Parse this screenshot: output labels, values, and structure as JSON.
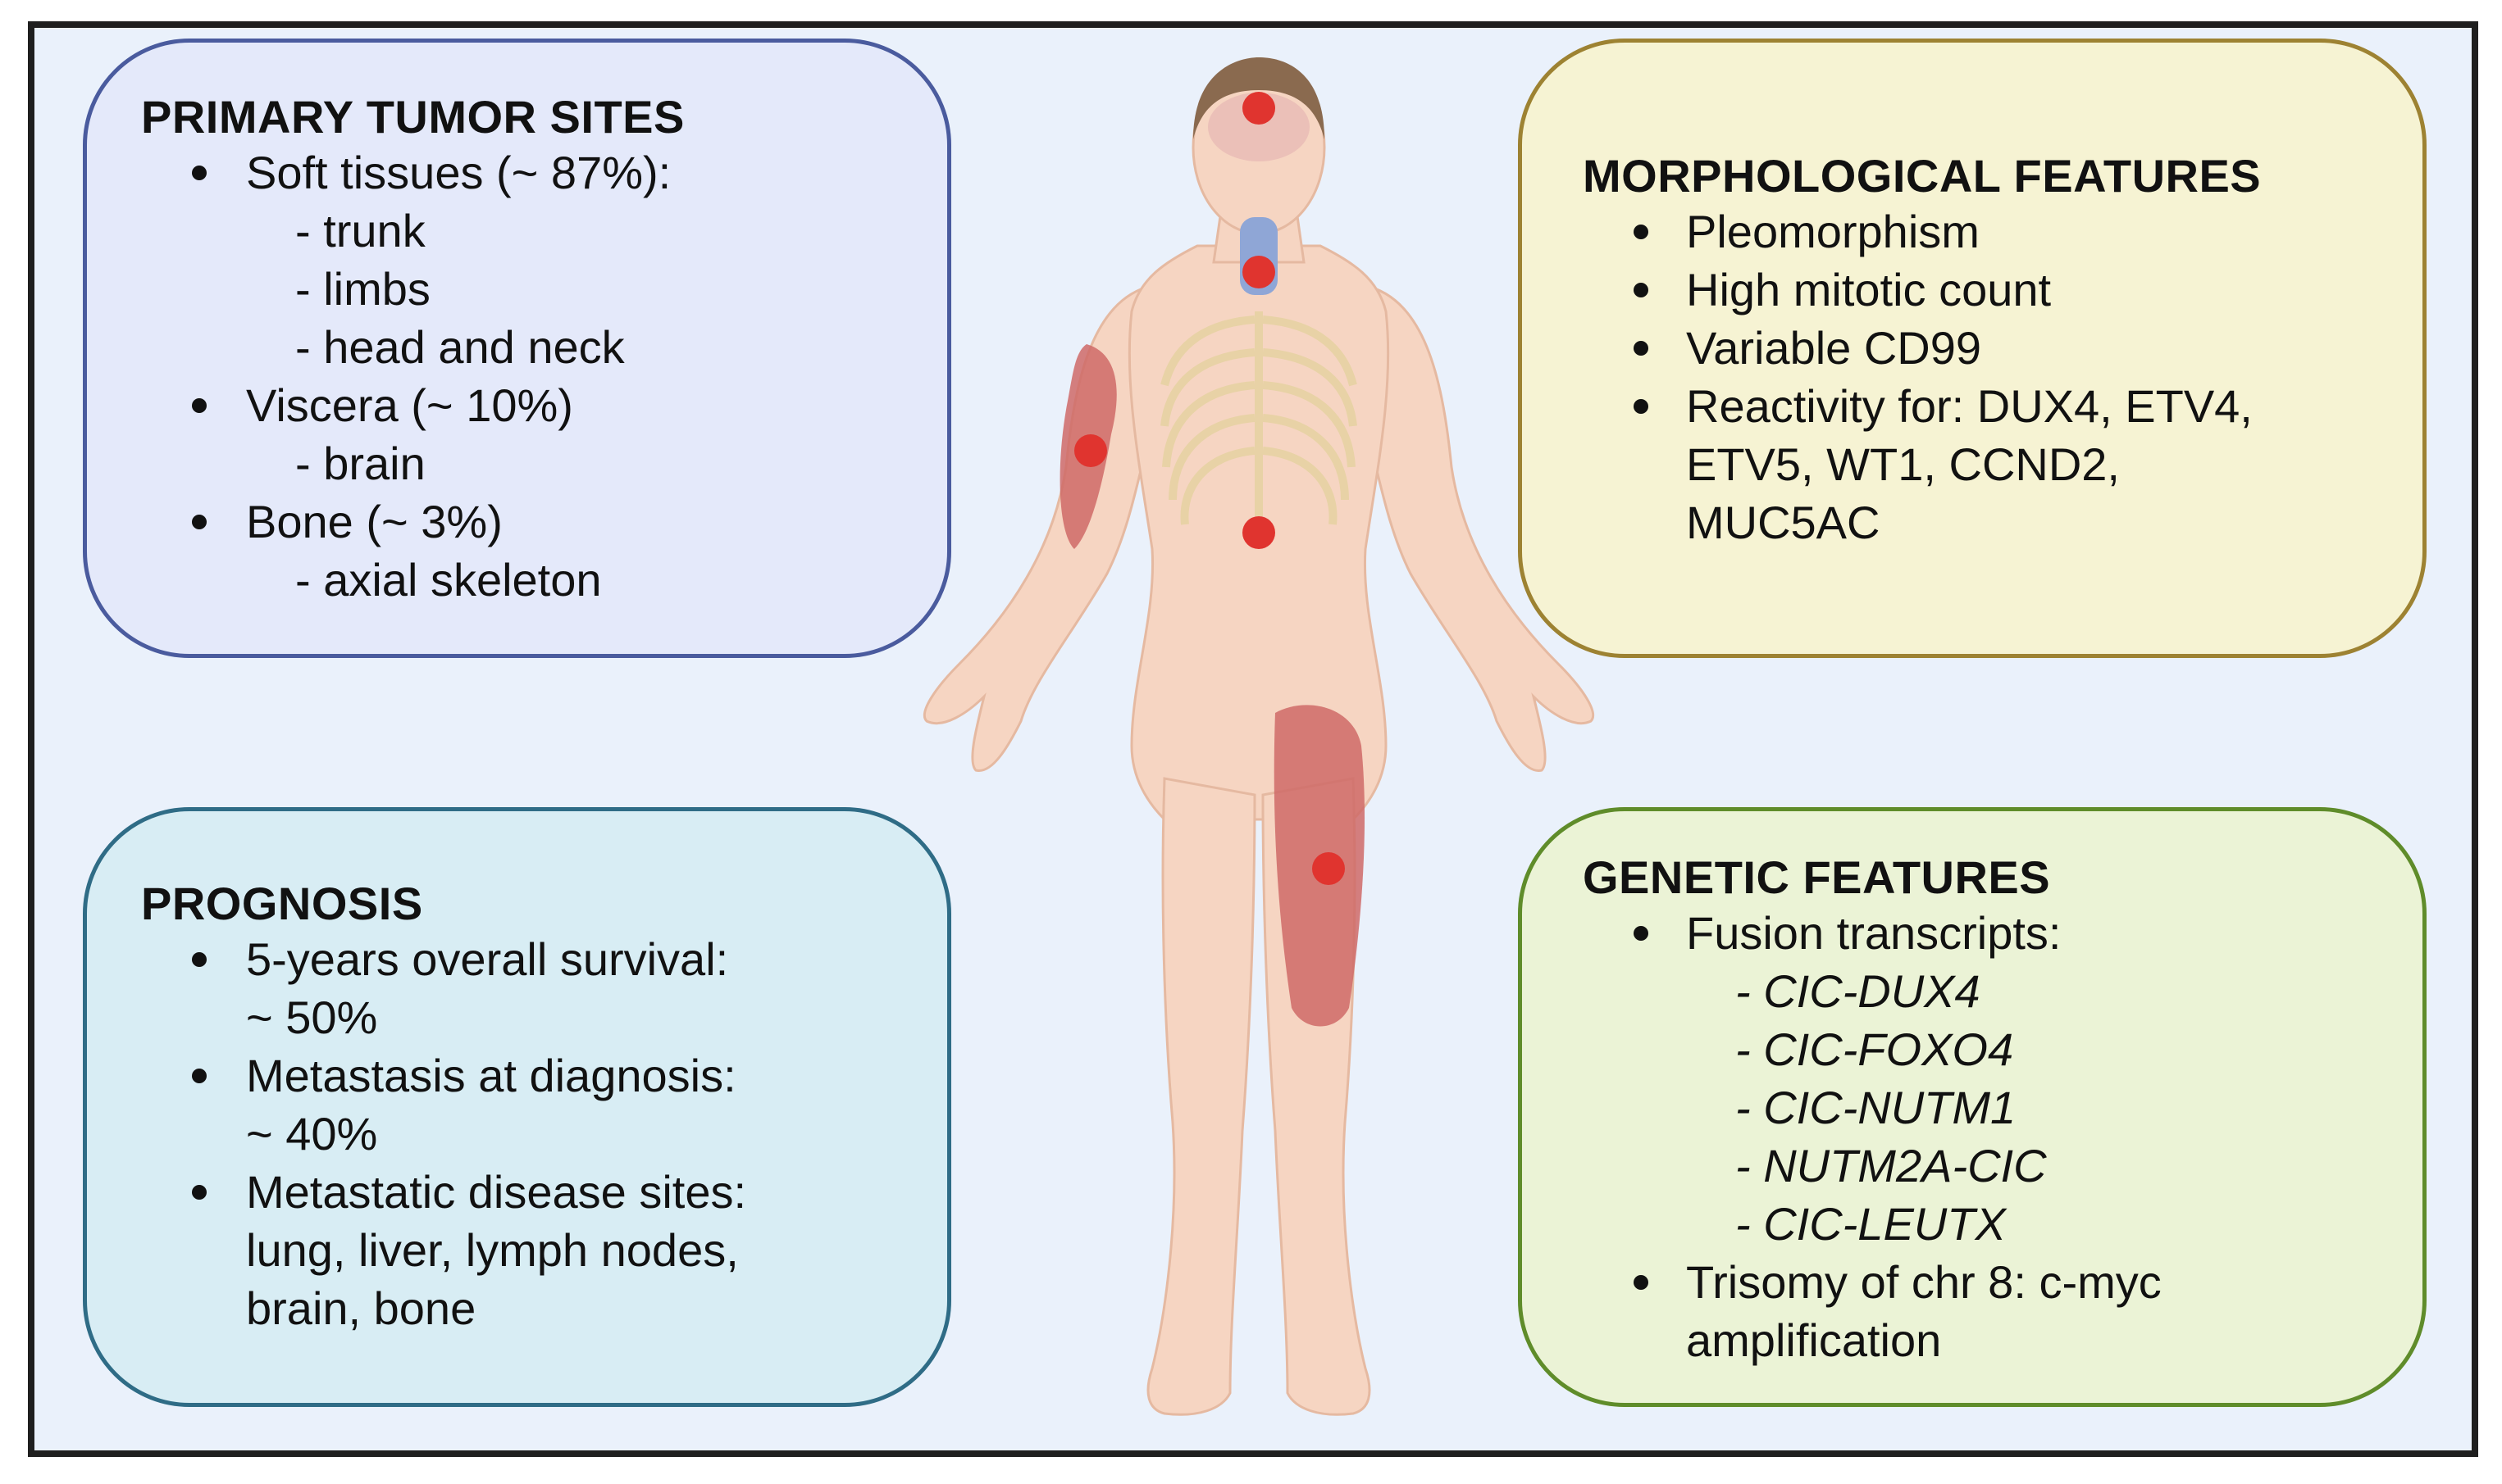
{
  "colors": {
    "frame_border": "#1f1f1f",
    "background": "#eaf1fb",
    "primary_fill": "#e4e9fa",
    "primary_border": "#4a5b9e",
    "morph_fill": "#f6f3d3",
    "morph_border": "#9d8232",
    "prognosis_fill": "#d8edf4",
    "prognosis_border": "#2f6c86",
    "genetic_fill": "#ebf3d6",
    "genetic_border": "#5f8c2a",
    "skin": "#f6d5c2",
    "tumor": "#e0342f"
  },
  "primary": {
    "title": "PRIMARY TUMOR SITES",
    "soft": "Soft tissues (~ 87%):",
    "trunk": "- trunk",
    "limbs": "- limbs",
    "headneck": "- head and neck",
    "viscera": "Viscera (~ 10%)",
    "brain": "- brain",
    "bone": "Bone (~ 3%)",
    "axial": "- axial skeleton"
  },
  "morph": {
    "title": "MORPHOLOGICAL FEATURES",
    "items": [
      "Pleomorphism",
      "High mitotic count",
      "Variable CD99"
    ],
    "react_line1": "Reactivity for: DUX4, ETV4,",
    "react_line2": "ETV5, WT1, CCND2,",
    "react_line3": "MUC5AC"
  },
  "prognosis": {
    "title": "PROGNOSIS",
    "surv_line1": "5-years overall survival:",
    "surv_line2": "~ 50%",
    "meta_line1": "Metastasis at diagnosis:",
    "meta_line2": "~ 40%",
    "sites_line1": "Metastatic disease sites:",
    "sites_line2": "lung, liver, lymph nodes,",
    "sites_line3": "brain, bone"
  },
  "genetic": {
    "title": "GENETIC FEATURES",
    "fusion": "Fusion transcripts:",
    "fusions": [
      "- CIC-DUX4",
      "- CIC-FOXO4",
      "- CIC-NUTM1",
      "- NUTM2A-CIC",
      "- CIC-LEUTX"
    ],
    "trisomy_line1": "Trisomy of chr 8: c-myc",
    "trisomy_line2": "amplification"
  }
}
